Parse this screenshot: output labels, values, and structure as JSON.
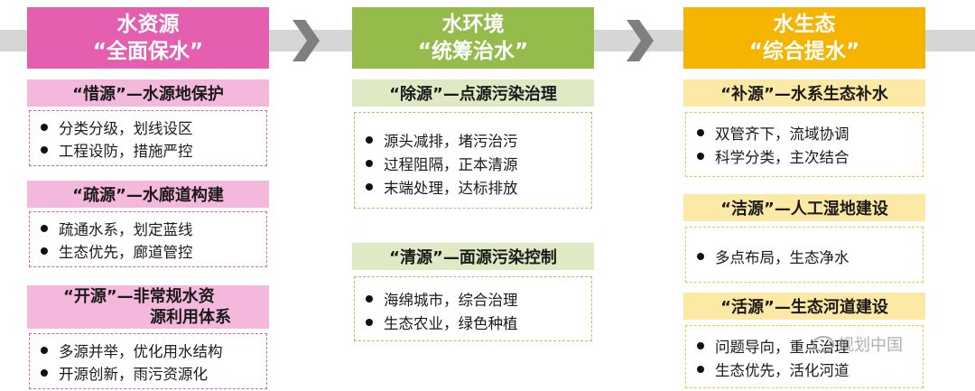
{
  "colors": {
    "pink_header": "#e45fb0",
    "pink_section": "#f3b8dc",
    "pink_border": "#e45fb0",
    "green_header": "#95bb4a",
    "green_section": "#dfeac4",
    "green_border": "#a9c56a",
    "gold_header": "#f4b400",
    "gold_section": "#fde9a6",
    "gold_border": "#f4c542",
    "band": "#d6d6d6",
    "chevron": "#7f7f7f"
  },
  "columns": [
    {
      "header": {
        "line1": "水资源",
        "line2": "“全面保水”"
      },
      "sections": [
        {
          "title": "“惜源”—水源地保护",
          "items": [
            "分类分级，划线设区",
            "工程设防，措施严控"
          ]
        },
        {
          "title": "“疏源”—水廊道构建",
          "items": [
            "疏通水系，划定蓝线",
            "生态优先，廊道管控"
          ]
        },
        {
          "title_line1": "“开源”—非常规水资",
          "title_line2": "源利用体系",
          "items": [
            "多源并举，优化用水结构",
            "开源创新，雨污资源化"
          ]
        }
      ]
    },
    {
      "header": {
        "line1": "水环境",
        "line2": "“统筹治水”"
      },
      "sections": [
        {
          "title": "“除源”—点源污染治理",
          "items": [
            "源头减排，堵污治污",
            "过程阻隔，正本清源",
            "末端处理，达标排放"
          ]
        },
        {
          "title": "“清源”—面源污染控制",
          "items": [
            "海绵城市，综合治理",
            "生态农业，绿色种植"
          ]
        }
      ]
    },
    {
      "header": {
        "line1": "水生态",
        "line2": "“综合提水”"
      },
      "sections": [
        {
          "title": "“补源”—水系生态补水",
          "items": [
            "双管齐下，流域协调",
            "科学分类，主次结合"
          ]
        },
        {
          "title": "“洁源”—人工湿地建设",
          "items": [
            "多点布局，生态净水"
          ]
        },
        {
          "title": "“活源”—生态河道建设",
          "items": [
            "问题导向，重点治理",
            "生态优先，活化河道"
          ]
        }
      ]
    }
  ],
  "watermark": "规划中国"
}
